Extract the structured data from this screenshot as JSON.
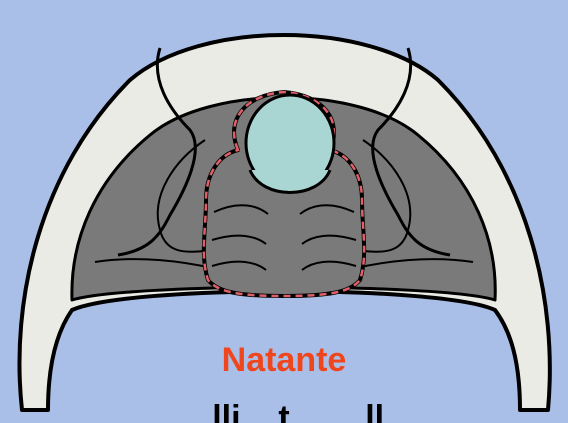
{
  "diagram": {
    "title": "Natante",
    "caption_partial": "...lli   ...t   ...  ...ll",
    "colors": {
      "background": "#a9bfe8",
      "cephalon_border": "#ebebe6",
      "cephalon_fill": "#7a7a7a",
      "glabella_fill": "#a9d6d2",
      "hypostome_dash": "#e0606a",
      "title_color": "#f0461e"
    },
    "parts": [
      {
        "name": "cephalic-border",
        "kind": "outer rim"
      },
      {
        "name": "fixigena",
        "kind": "cheek region"
      },
      {
        "name": "glabella",
        "kind": "central lobe"
      },
      {
        "name": "hypostome",
        "kind": "natant, dashed outline"
      }
    ]
  }
}
